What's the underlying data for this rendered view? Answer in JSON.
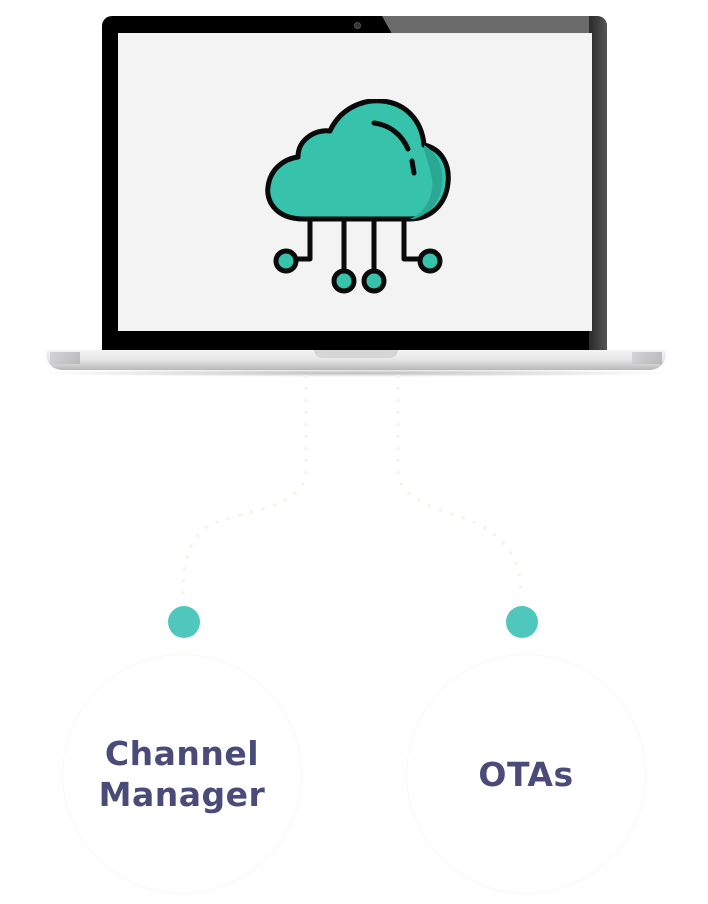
{
  "diagram": {
    "title": "",
    "center_device": {
      "type": "laptop",
      "screen_icon": "cloud-network-icon",
      "icon_colors": {
        "fill": "#37c2ab",
        "shade": "#2aa894",
        "outline": "#0a0a0a"
      }
    },
    "connector_color": "#eef7e6",
    "dot_color": "#4fc7bd",
    "label_color": "#4a4b78",
    "nodes": [
      {
        "id": "channel-manager",
        "label": "Channel\nManager"
      },
      {
        "id": "otas",
        "label": "OTAs"
      }
    ],
    "edges": [
      {
        "from": "laptop",
        "to": "channel-manager"
      },
      {
        "from": "laptop",
        "to": "otas"
      }
    ]
  }
}
